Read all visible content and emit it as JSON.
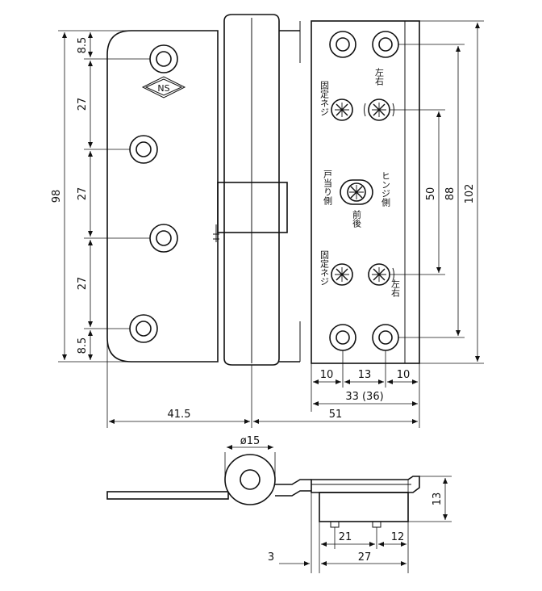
{
  "drawing": {
    "logo_text": "NS",
    "front_view": {
      "dims_left": {
        "overall_height": "98",
        "top_edge": "8.5",
        "pitch_1": "27",
        "pitch_2": "27",
        "pitch_3": "27",
        "bottom_edge": "8.5"
      },
      "dims_right": {
        "adjust_pitch": "50",
        "screw_pitch": "88",
        "overall_height": "102"
      },
      "dims_bottom": {
        "col_1": "10",
        "col_2": "13",
        "col_3": "10",
        "plate_width": "33 (36)",
        "leaf_left": "41.5",
        "leaf_right": "51"
      },
      "labels": {
        "fixing_screw_top": "固定ネジ",
        "fixing_screw_bottom": "固定ネジ",
        "left_right_top": "左右",
        "left_right_bottom": "左右",
        "door_stop_side": "戸当り側",
        "hinge_side": "ヒンジ側",
        "front_back": "前後"
      }
    },
    "side_view": {
      "barrel_dia": "ø15",
      "height": "13",
      "dim_21": "21",
      "dim_12": "12",
      "dim_3": "3",
      "dim_27": "27"
    }
  }
}
